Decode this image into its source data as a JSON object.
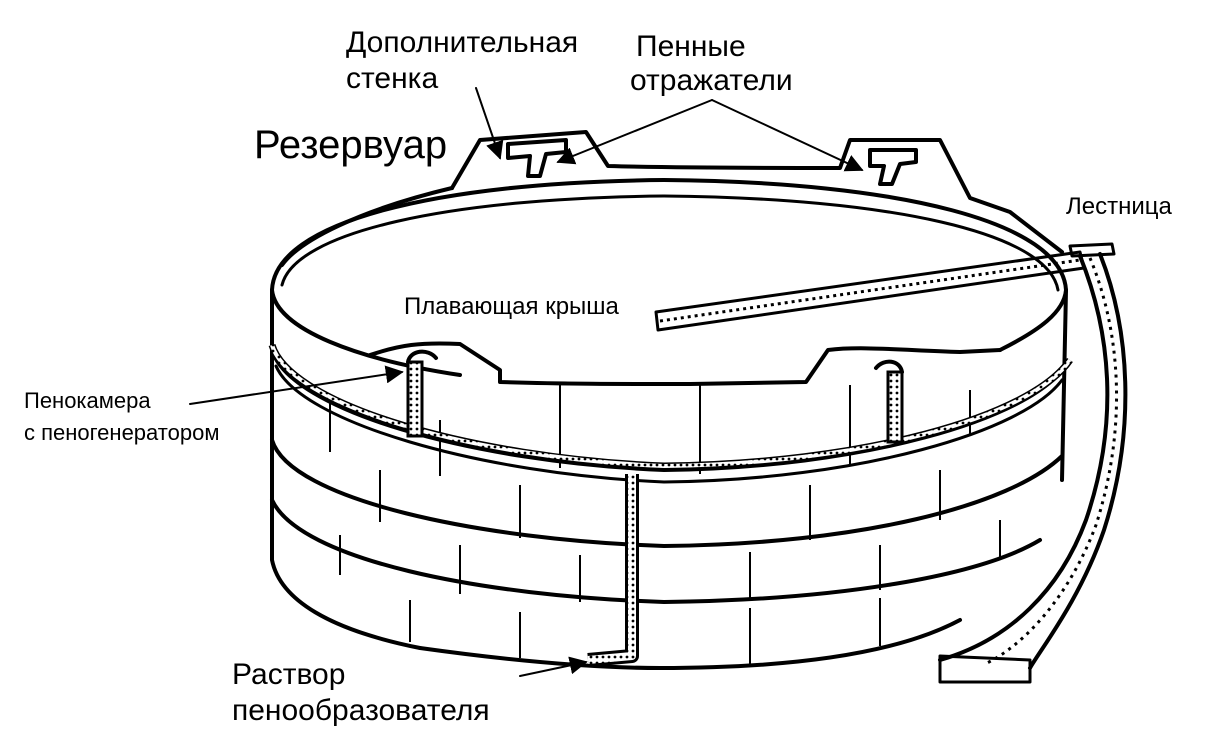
{
  "labels": {
    "reservoir": "Резервуар",
    "extra_wall_line1": "Дополнительная",
    "extra_wall_line2": "стенка",
    "foam_reflectors_line1": "Пенные",
    "foam_reflectors_line2": "отражатели",
    "ladder": "Лестница",
    "floating_roof": "Плавающая крыша",
    "foam_chamber_line1": "Пенокамера",
    "foam_chamber_line2": "с пеногенератором",
    "foam_solution_line1": "Раствор",
    "foam_solution_line2": "пенообразователя"
  },
  "colors": {
    "ink": "#000000",
    "paper": "#ffffff"
  }
}
